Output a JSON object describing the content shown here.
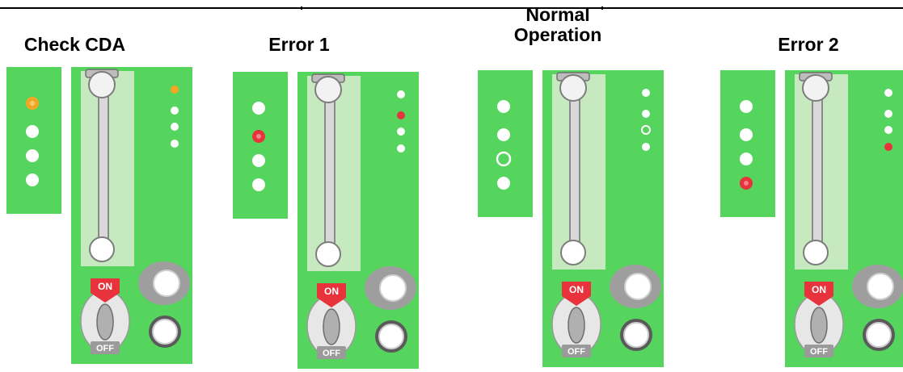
{
  "colors": {
    "board": "#55d45e",
    "board_dark": "#3fb64b",
    "led_off": "#ffffff",
    "led_red": "#e8323c",
    "led_orange": "#f5a623",
    "switch_on": "#e8323c",
    "slot": "#c7e9c0"
  },
  "states": [
    {
      "title": "Check CDA",
      "left_leds": [
        "orange",
        "off",
        "off",
        "off"
      ],
      "right_leds": [
        "orange",
        "off",
        "off",
        "off"
      ],
      "switch_on_label": "ON",
      "switch_off_label": "OFF"
    },
    {
      "title": "Error 1",
      "left_leds": [
        "off",
        "red",
        "off",
        "off"
      ],
      "right_leds": [
        "off",
        "red",
        "off",
        "off"
      ],
      "switch_on_label": "ON",
      "switch_off_label": "OFF"
    },
    {
      "title": "Normal\nOperation",
      "left_leds": [
        "off",
        "off",
        "ring",
        "off"
      ],
      "right_leds": [
        "off",
        "off",
        "ring",
        "off"
      ],
      "switch_on_label": "ON",
      "switch_off_label": "OFF"
    },
    {
      "title": "Error 2",
      "left_leds": [
        "off",
        "off",
        "off",
        "red"
      ],
      "right_leds": [
        "off",
        "off",
        "off",
        "red"
      ],
      "switch_on_label": "ON",
      "switch_off_label": "OFF"
    }
  ]
}
